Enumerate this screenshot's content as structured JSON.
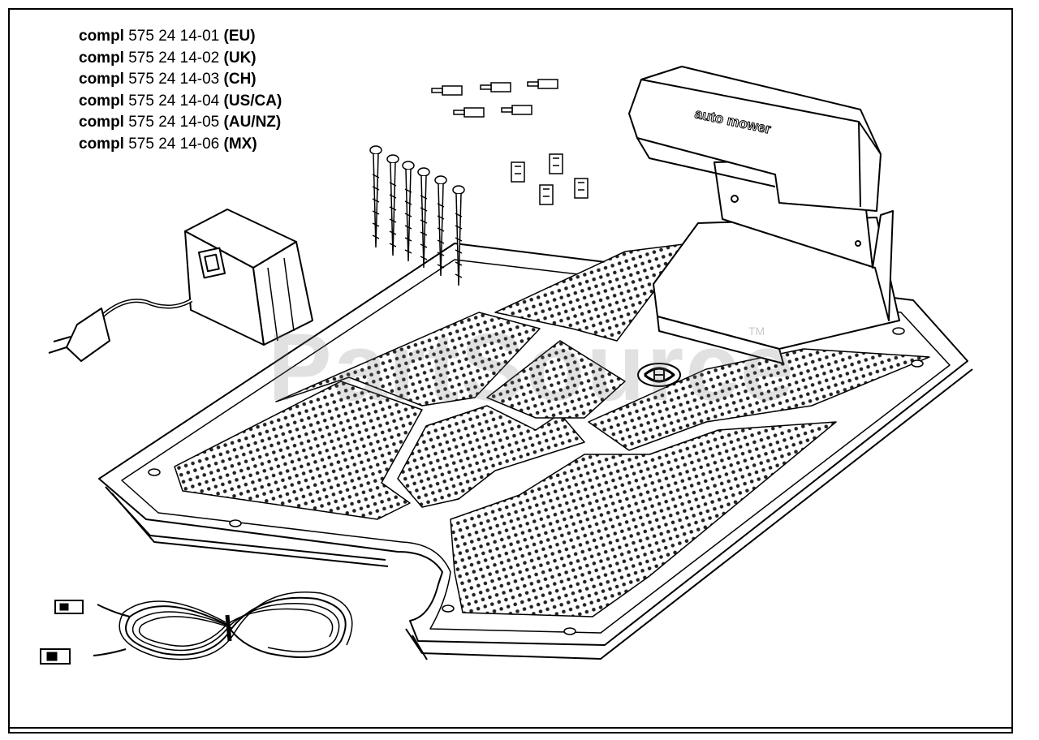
{
  "parts": [
    {
      "prefix": "compl",
      "number": "575 24 14-01",
      "region": "(EU)"
    },
    {
      "prefix": "compl",
      "number": "575 24 14-02",
      "region": "(UK)"
    },
    {
      "prefix": "compl",
      "number": "575 24 14-03",
      "region": "(CH)"
    },
    {
      "prefix": "compl",
      "number": "575 24 14-04",
      "region": "(US/CA)"
    },
    {
      "prefix": "compl",
      "number": "575 24 14-05",
      "region": "(AU/NZ)"
    },
    {
      "prefix": "compl",
      "number": "575 24 14-06",
      "region": "(MX)"
    }
  ],
  "station_logo": "auto mower",
  "watermark": "PartSource",
  "watermark_tm": "TM",
  "colors": {
    "line": "#000000",
    "paper": "#ffffff",
    "watermark": "#888888"
  }
}
